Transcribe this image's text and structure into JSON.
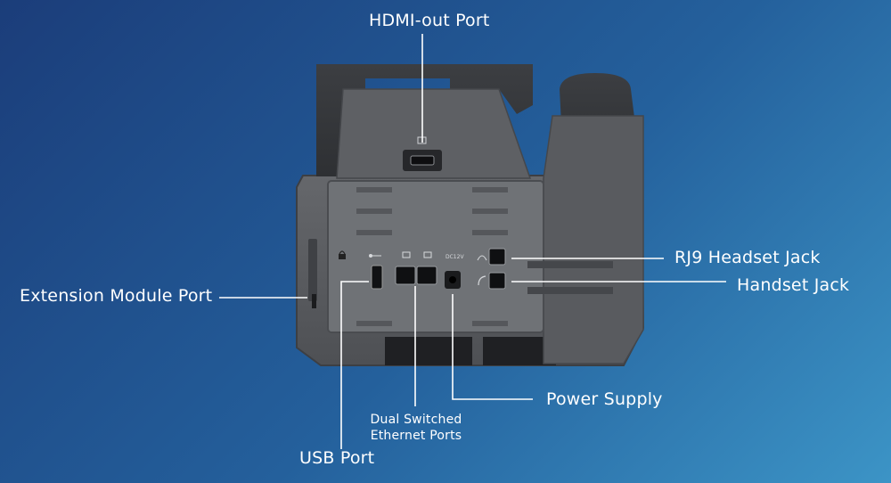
{
  "labels": {
    "hdmi_out_port": "HDMI-out Port",
    "rj9_headset_jack": "RJ9 Headset Jack",
    "handset_jack": "Handset Jack",
    "extension_module_port": "Extension Module Port",
    "power_supply": "Power Supply",
    "dual_switched_ethernet_ports_line1": "Dual Switched",
    "dual_switched_ethernet_ports_line2": "Ethernet Ports",
    "usb_port": "USB Port",
    "dc_rating": "DC12V"
  },
  "colors": {
    "background_start": "#1b3d7a",
    "background_end": "#3c94c6",
    "device_body": "#5b5e62",
    "device_dark": "#3a3c3f",
    "callout_line": "#ffffff",
    "text": "#ffffff"
  },
  "icons": [
    "usb-icon",
    "lan-icon",
    "lock-icon",
    "headset-icon",
    "handset-icon",
    "monitor-icon"
  ]
}
